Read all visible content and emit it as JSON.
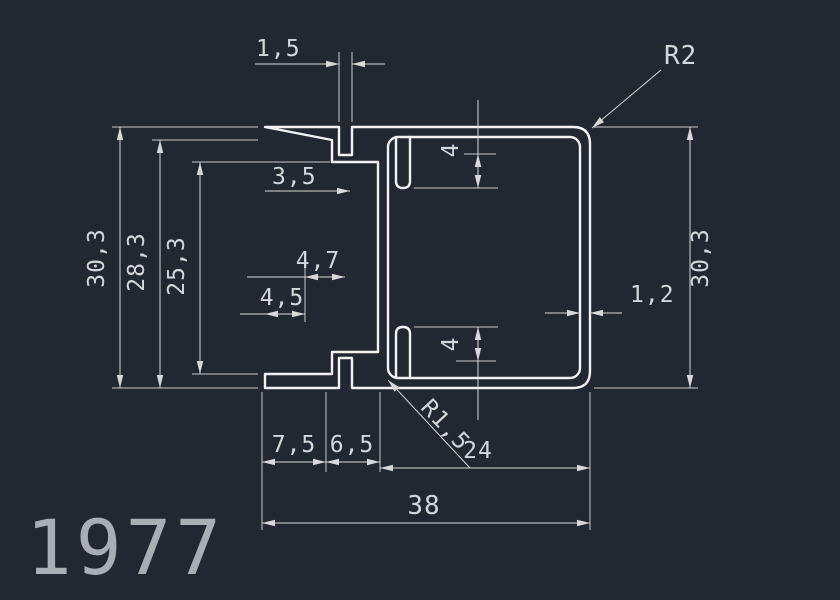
{
  "drawing": {
    "part_number": "1977",
    "dimensions": {
      "top_slot_width": "1,5",
      "corner_radius": "R2",
      "slot_depth": "3,5",
      "rib_top": "4",
      "height_outer_left": "30,3",
      "height_mid": "28,3",
      "height_inner": "25,3",
      "hook_offset_a": "4,7",
      "hook_offset_b": "4,5",
      "wall_thickness": "1,2",
      "height_outer_right": "30,3",
      "rib_bottom": "4",
      "fillet_radius": "R1,5",
      "flange_left_width": "7,5",
      "flange_right_width": "6,5",
      "tube_width": "24",
      "total_width": "38"
    },
    "colors": {
      "background": "#222831",
      "profile_line": "#f2f2f2",
      "dimension_line": "#d8d8d8",
      "text": "#d4d7da",
      "part_number_text": "#a9aeb4"
    }
  }
}
